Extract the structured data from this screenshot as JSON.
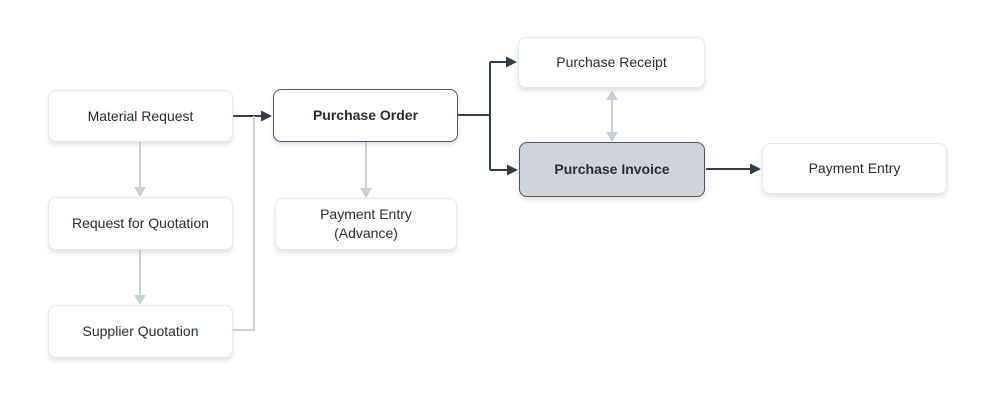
{
  "diagram": {
    "nodes": {
      "material_request": {
        "label": "Material Request",
        "emphasis": false,
        "highlighted": false
      },
      "request_for_quotation": {
        "label": "Request for Quotation",
        "emphasis": false,
        "highlighted": false
      },
      "supplier_quotation": {
        "label": "Supplier Quotation",
        "emphasis": false,
        "highlighted": false
      },
      "purchase_order": {
        "label": "Purchase Order",
        "emphasis": true,
        "highlighted": false
      },
      "payment_entry_advance": {
        "line1": "Payment Entry",
        "line2": "(Advance)",
        "emphasis": false,
        "highlighted": false
      },
      "purchase_receipt": {
        "label": "Purchase Receipt",
        "emphasis": false,
        "highlighted": false
      },
      "purchase_invoice": {
        "label": "Purchase Invoice",
        "emphasis": true,
        "highlighted": true
      },
      "payment_entry": {
        "label": "Payment Entry",
        "emphasis": false,
        "highlighted": false
      }
    },
    "edges": [
      {
        "from": "Material Request",
        "to": "Purchase Order",
        "style": "dark",
        "arrow": "forward"
      },
      {
        "from": "Purchase Order",
        "to": "Purchase Receipt",
        "style": "dark",
        "arrow": "forward"
      },
      {
        "from": "Purchase Order",
        "to": "Purchase Invoice",
        "style": "dark",
        "arrow": "forward"
      },
      {
        "from": "Purchase Invoice",
        "to": "Payment Entry",
        "style": "dark",
        "arrow": "forward"
      },
      {
        "from": "Material Request",
        "to": "Request for Quotation",
        "style": "light",
        "arrow": "forward"
      },
      {
        "from": "Request for Quotation",
        "to": "Supplier Quotation",
        "style": "light",
        "arrow": "forward"
      },
      {
        "from": "Supplier Quotation",
        "to": "Purchase Order",
        "style": "light",
        "arrow": "none"
      },
      {
        "from": "Purchase Order",
        "to": "Payment Entry (Advance)",
        "style": "light",
        "arrow": "forward"
      },
      {
        "from": "Purchase Receipt",
        "to": "Purchase Invoice",
        "style": "light",
        "arrow": "both"
      }
    ],
    "colors": {
      "background": "#ffffff",
      "node_bg": "#ffffff",
      "node_border": "#e4e7eb",
      "node_text": "#242d38",
      "emphasis_border": "#4c5661",
      "highlight_bg": "#ced4d9",
      "connector_dark": "#333d49",
      "connector_light": "#c9cfd7"
    }
  }
}
